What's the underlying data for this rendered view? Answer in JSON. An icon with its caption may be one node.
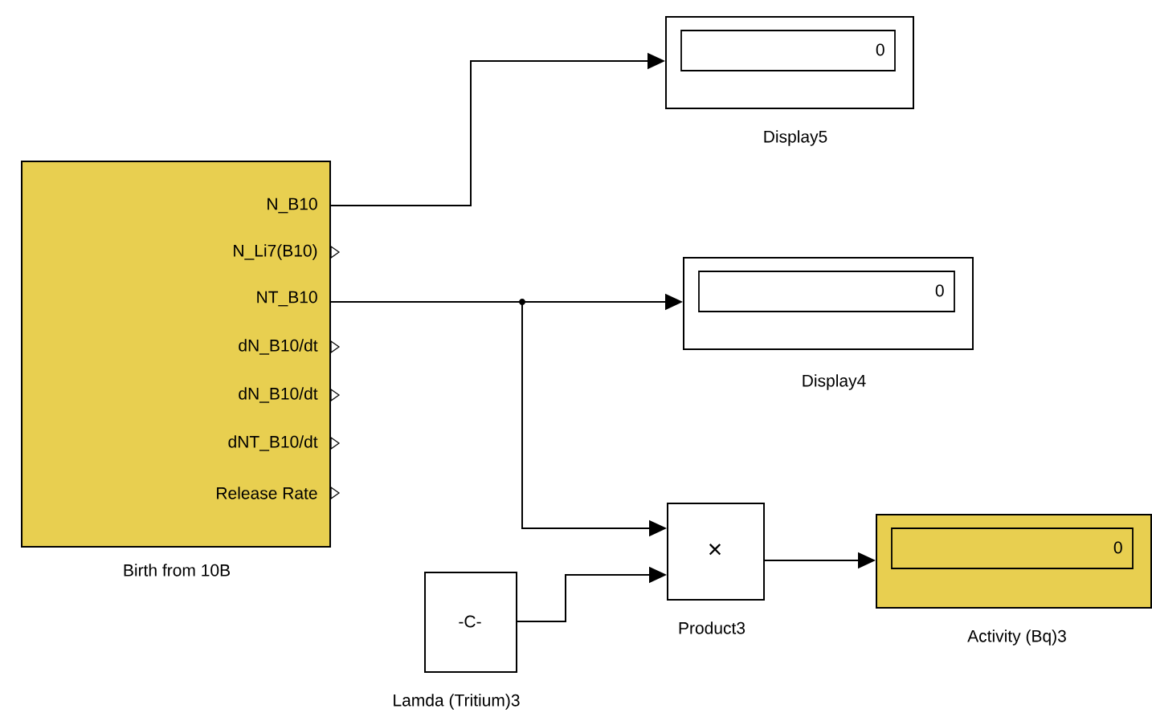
{
  "diagram": {
    "nodes": [
      {
        "text": [
          "N_B10",
          "N_Li7(B10)",
          "NT_B10",
          "dN_B10/dt",
          "dN_B10/dt",
          "dNT_B10/dt",
          "Release Rate"
        ],
        "beside": [
          "Birth from 10B"
        ]
      },
      {
        "text": [
          "0"
        ],
        "beside": [
          "Display5"
        ]
      },
      {
        "text": [
          "0"
        ],
        "beside": [
          "Display4"
        ]
      },
      {
        "text": [
          "×"
        ],
        "beside": [
          "Product3"
        ]
      },
      {
        "text": [
          "-C-"
        ],
        "beside": [
          "Lamda (Tritium)3"
        ]
      },
      {
        "text": [
          "0"
        ],
        "beside": [
          "Activity (Bq)3"
        ]
      }
    ],
    "edges": [
      {
        "from": 0,
        "to": 1,
        "arrow": "to"
      },
      {
        "from": 0,
        "to": 2,
        "arrow": "to"
      },
      {
        "from": 0,
        "to": 3,
        "arrow": "to"
      },
      {
        "from": 4,
        "to": 3,
        "arrow": "to"
      },
      {
        "from": 3,
        "to": 5,
        "arrow": "to"
      }
    ]
  }
}
